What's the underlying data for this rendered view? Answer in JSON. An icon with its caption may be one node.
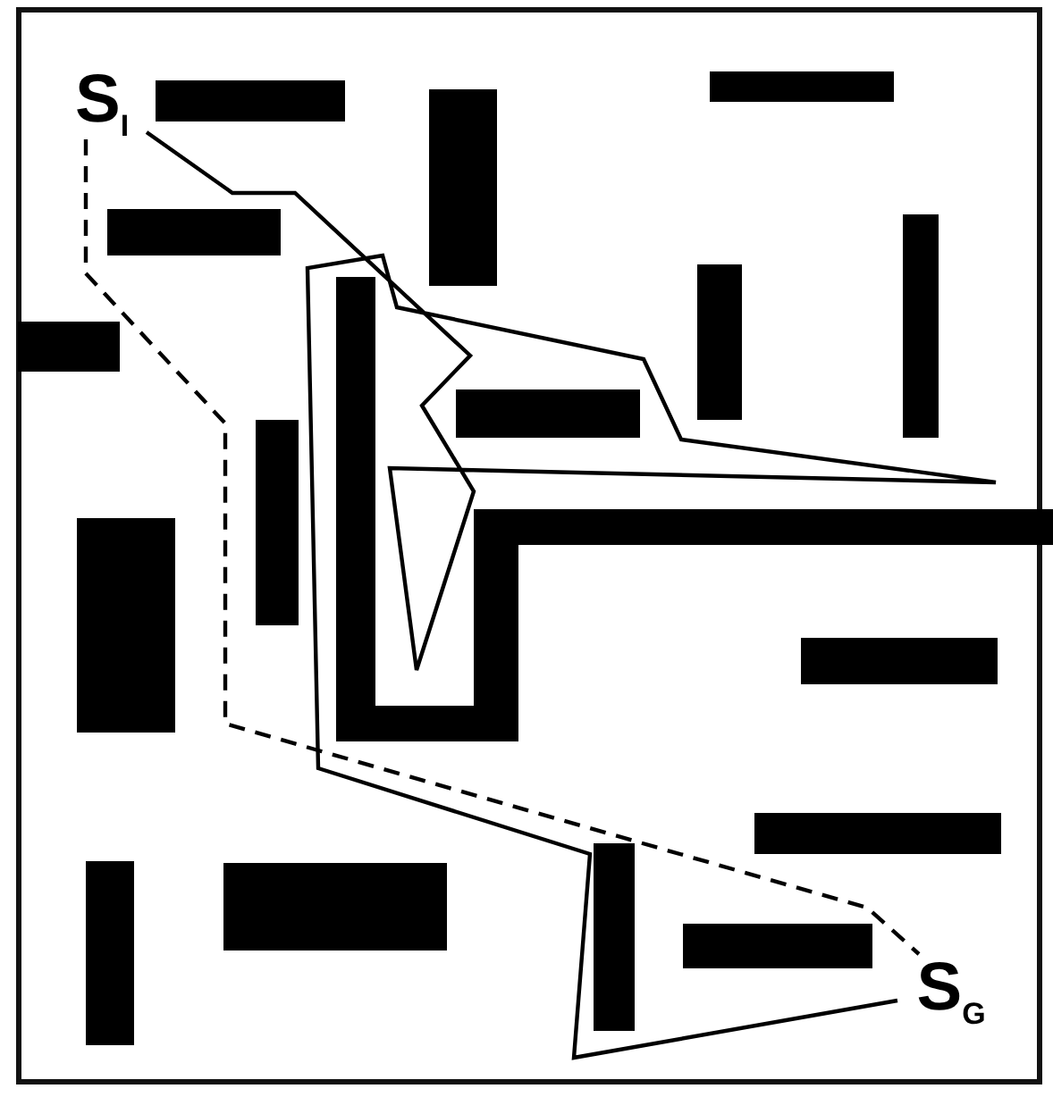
{
  "diagram": {
    "nodes": [
      {
        "text": [
          "S$_{I}$"
        ]
      },
      {
        "text": [
          "S$_{G}$"
        ]
      }
    ],
    "edges": [
      {
        "from": 0,
        "to": 1,
        "arrow": "none"
      },
      {
        "from": 0,
        "to": 1,
        "arrow": "none",
        "style": "dashed"
      }
    ]
  }
}
